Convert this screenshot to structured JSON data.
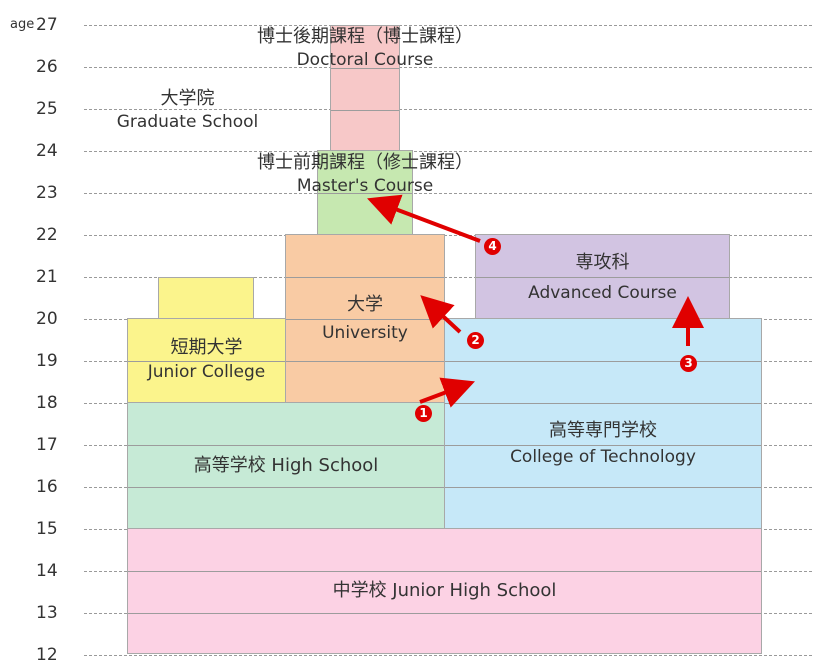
{
  "axis": {
    "title": "age",
    "ticks": [
      "27",
      "26",
      "25",
      "24",
      "23",
      "22",
      "21",
      "20",
      "19",
      "18",
      "17",
      "16",
      "15",
      "14",
      "13",
      "12"
    ]
  },
  "blocks": {
    "doctoral": {
      "ja": "博士後期課程（博士課程）",
      "en": "Doctoral Course",
      "color": "#f7c8c8"
    },
    "graduate": {
      "ja": "大学院",
      "en": "Graduate School"
    },
    "masters": {
      "ja": "博士前期課程（修士課程）",
      "en": "Master's Course",
      "color": "#c6e8b0"
    },
    "university": {
      "ja": "大学",
      "en": "University",
      "color": "#f9cba4"
    },
    "junior_college": {
      "ja": "短期大学",
      "en": "Junior  College",
      "color": "#fbf48c"
    },
    "advanced": {
      "ja": "専攻科",
      "en": "Advanced Course",
      "color": "#d2c4e2"
    },
    "technology": {
      "ja": "高等専門学校",
      "en": "College of Technology",
      "color": "#c6e8f8"
    },
    "high_school": {
      "label": "高等学校  High  School",
      "color": "#c6ead6"
    },
    "junior_high": {
      "label": "中学校  Junior  High  School",
      "color": "#fcd2e4"
    }
  },
  "arrows": [
    {
      "number": "❶",
      "label": "1"
    },
    {
      "number": "❷",
      "label": "2"
    },
    {
      "number": "❸",
      "label": "3"
    },
    {
      "number": "❹",
      "label": "4"
    }
  ],
  "arrow_color": "#e00000"
}
